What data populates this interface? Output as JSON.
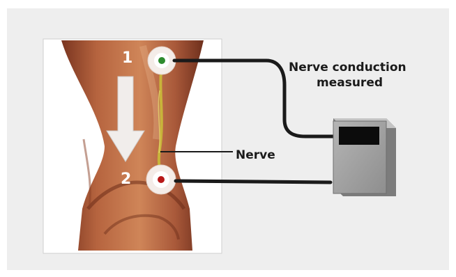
{
  "labels": {
    "title_line_1": "Nerve conduction",
    "title_line_2": "measured",
    "nerve": "Nerve",
    "electrode_1": "1",
    "electrode_2": "2"
  },
  "colors": {
    "skin": "#b1603e",
    "nerve": "#c8b43a",
    "electrode_1_center": "#2e8b2e",
    "electrode_2_center": "#b81818",
    "device_body": "#a4a4a4",
    "device_screen": "#0c0c0c",
    "cable": "#1a1a1a"
  },
  "icons": [
    "direction-arrow-icon",
    "measuring-device-icon"
  ]
}
